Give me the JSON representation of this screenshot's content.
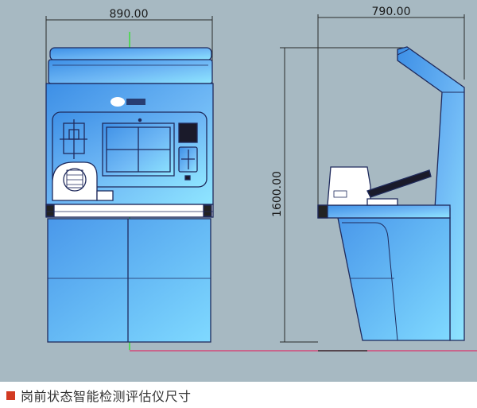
{
  "dimensions": {
    "front_width": "890.00",
    "side_depth": "790.00",
    "side_height": "1600.00"
  },
  "caption": {
    "marker_color": "#d23a22",
    "text": "岗前状态智能检测评估仪尺寸"
  },
  "colors": {
    "background": "#a7b9c2",
    "body_fill": "#6fb8f5",
    "outline": "#1f2a5c",
    "dimension_line": "#2a2a2a",
    "axis_green": "#3ddc3d",
    "axis_red": "#d44a7a"
  }
}
